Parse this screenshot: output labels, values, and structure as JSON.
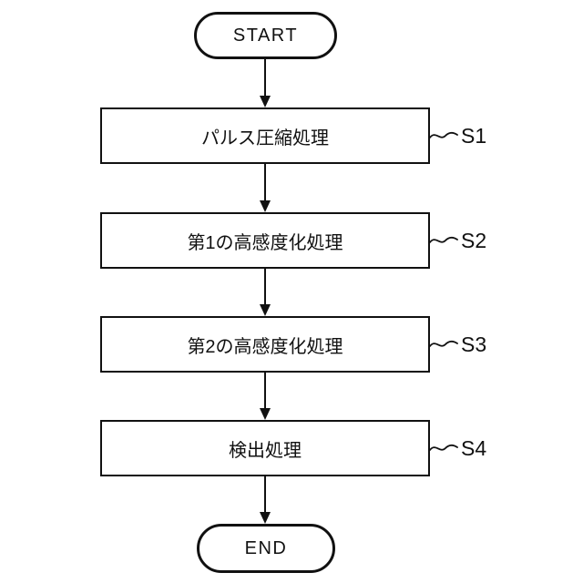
{
  "flowchart": {
    "description": "Signal processing flowchart",
    "colors": {
      "background": "#ffffff",
      "line": "#111111",
      "node_fill": "#ffffff"
    },
    "nodes": {
      "start": {
        "label": "START"
      },
      "step1": {
        "label": "パルス圧縮処理",
        "step": "S1"
      },
      "step2": {
        "label": "第1の高感度化処理",
        "step": "S2"
      },
      "step3": {
        "label": "第2の高感度化処理",
        "step": "S3"
      },
      "step4": {
        "label": "検出処理",
        "step": "S4"
      },
      "end": {
        "label": "END"
      }
    }
  }
}
